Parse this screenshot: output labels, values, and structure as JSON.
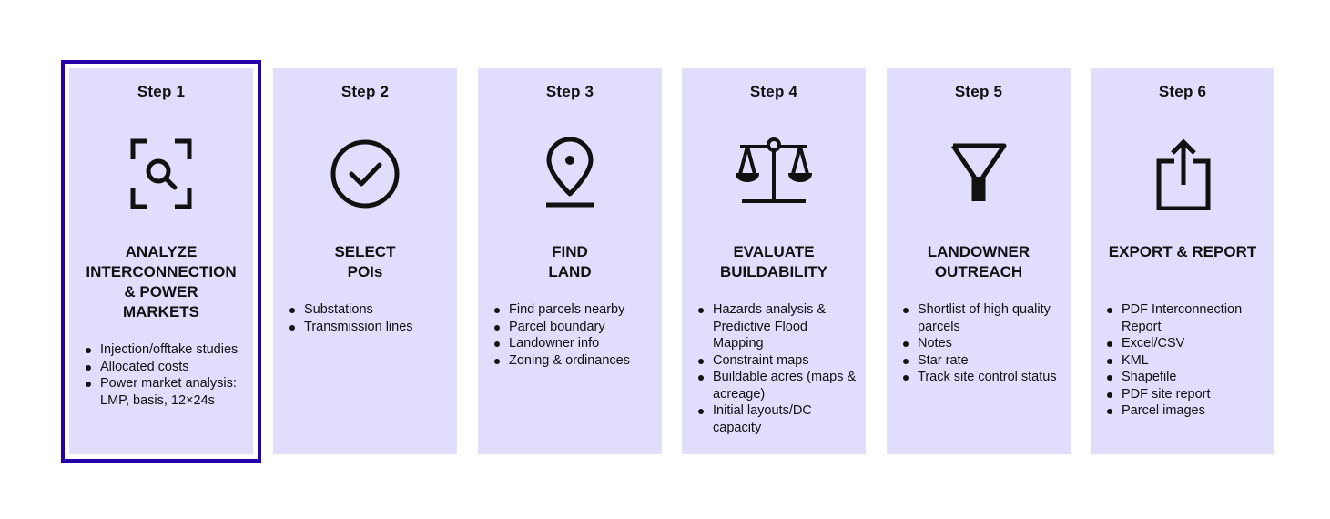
{
  "steps": [
    {
      "step": "Step 1",
      "icon": "magnify-scan-icon",
      "title_lines": [
        "ANALYZE",
        "INTERCONNECTION",
        "& POWER",
        "MARKETS"
      ],
      "bullets": [
        "Injection/offtake studies",
        "Allocated costs",
        "Power market analysis: LMP, basis, 12×24s"
      ],
      "selected": true
    },
    {
      "step": "Step 2",
      "icon": "check-circle-icon",
      "title_lines": [
        "SELECT",
        "POIs"
      ],
      "bullets": [
        "Substations",
        "Transmission lines"
      ],
      "selected": false
    },
    {
      "step": "Step 3",
      "icon": "map-pin-icon",
      "title_lines": [
        "FIND",
        "LAND"
      ],
      "bullets": [
        "Find parcels nearby",
        "Parcel boundary",
        "Landowner info",
        "Zoning & ordinances"
      ],
      "selected": false
    },
    {
      "step": "Step 4",
      "icon": "balance-scale-icon",
      "title_lines": [
        "EVALUATE",
        "BUILDABILITY"
      ],
      "bullets": [
        "Hazards analysis & Predictive Flood Mapping",
        "Constraint maps",
        "Buildable acres (maps & acreage)",
        "Initial layouts/DC capacity"
      ],
      "selected": false
    },
    {
      "step": "Step 5",
      "icon": "filter-icon",
      "title_lines": [
        "LANDOWNER",
        "OUTREACH"
      ],
      "bullets": [
        "Shortlist of high quality parcels",
        "Notes",
        "Star rate",
        "Track site control status"
      ],
      "selected": false
    },
    {
      "step": "Step 6",
      "icon": "share-export-icon",
      "title_lines": [
        "EXPORT & REPORT"
      ],
      "bullets": [
        "PDF Interconnection Report",
        "Excel/CSV",
        "KML",
        "Shapefile",
        "PDF site report",
        "Parcel images"
      ],
      "selected": false
    }
  ],
  "colors": {
    "card_background": "#e1ddfd",
    "selected_border": "#2500a6",
    "text": "#111111"
  }
}
